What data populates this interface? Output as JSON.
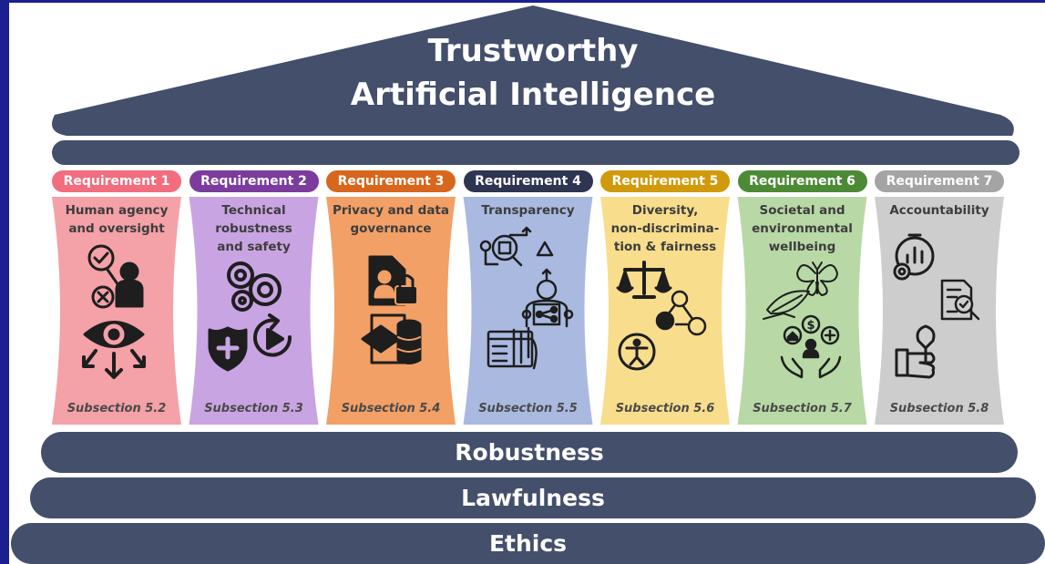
{
  "roof": {
    "title_line1": "Trustworthy",
    "title_line2": "Artificial Intelligence"
  },
  "requirements": [
    {
      "label": "Requirement 1",
      "title": [
        "Human agency",
        "and oversight"
      ],
      "subsection": "Subsection 5.2",
      "pill_color": "#f26d7d",
      "column_color": "#f4a1a8"
    },
    {
      "label": "Requirement 2",
      "title": [
        "Technical",
        "robustness",
        "and safety"
      ],
      "subsection": "Subsection 5.3",
      "pill_color": "#7c3c9e",
      "column_color": "#c9a4e2"
    },
    {
      "label": "Requirement 3",
      "title": [
        "Privacy and data",
        "governance"
      ],
      "subsection": "Subsection 5.4",
      "pill_color": "#d8661c",
      "column_color": "#f2a066"
    },
    {
      "label": "Requirement 4",
      "title": [
        "Transparency"
      ],
      "subsection": "Subsection 5.5",
      "pill_color": "#2d3550",
      "column_color": "#a9b9e0"
    },
    {
      "label": "Requirement 5",
      "title": [
        "Diversity,",
        "non-discrimina-",
        "tion & fairness"
      ],
      "subsection": "Subsection 5.6",
      "pill_color": "#d19a0d",
      "column_color": "#f8dd8c"
    },
    {
      "label": "Requirement 6",
      "title": [
        "Societal and",
        "environmental",
        "wellbeing"
      ],
      "subsection": "Subsection 5.7",
      "pill_color": "#4d8a36",
      "column_color": "#b8d9a6"
    },
    {
      "label": "Requirement 7",
      "title": [
        "Accountability"
      ],
      "subsection": "Subsection 5.8",
      "pill_color": "#a4a4a4",
      "column_color": "#cdcdcd"
    }
  ],
  "foundations": {
    "robustness": "Robustness",
    "lawfulness": "Lawfulness",
    "ethics": "Ethics"
  },
  "colors": {
    "dark_slate": "#434f6b",
    "background": "#1b1f8f"
  },
  "icons": [
    [
      "check-circle-icon",
      "presenter-icon",
      "x-circle-icon",
      "eye-icon",
      "arrows-down-icon"
    ],
    [
      "gears-icon",
      "shield-plus-icon",
      "play-refresh-icon"
    ],
    [
      "document-lock-icon",
      "hand-card-icon",
      "database-icon"
    ],
    [
      "search-flow-icon",
      "triangle-icon",
      "person-network-icon",
      "dashboard-icon"
    ],
    [
      "scales-icon",
      "network-nodes-icon",
      "accessibility-icon"
    ],
    [
      "butterfly-icon",
      "leaf-hand-icon",
      "community-icon",
      "hands-care-icon"
    ],
    [
      "stopwatch-icon",
      "document-check-icon",
      "wrench-hand-icon"
    ]
  ]
}
